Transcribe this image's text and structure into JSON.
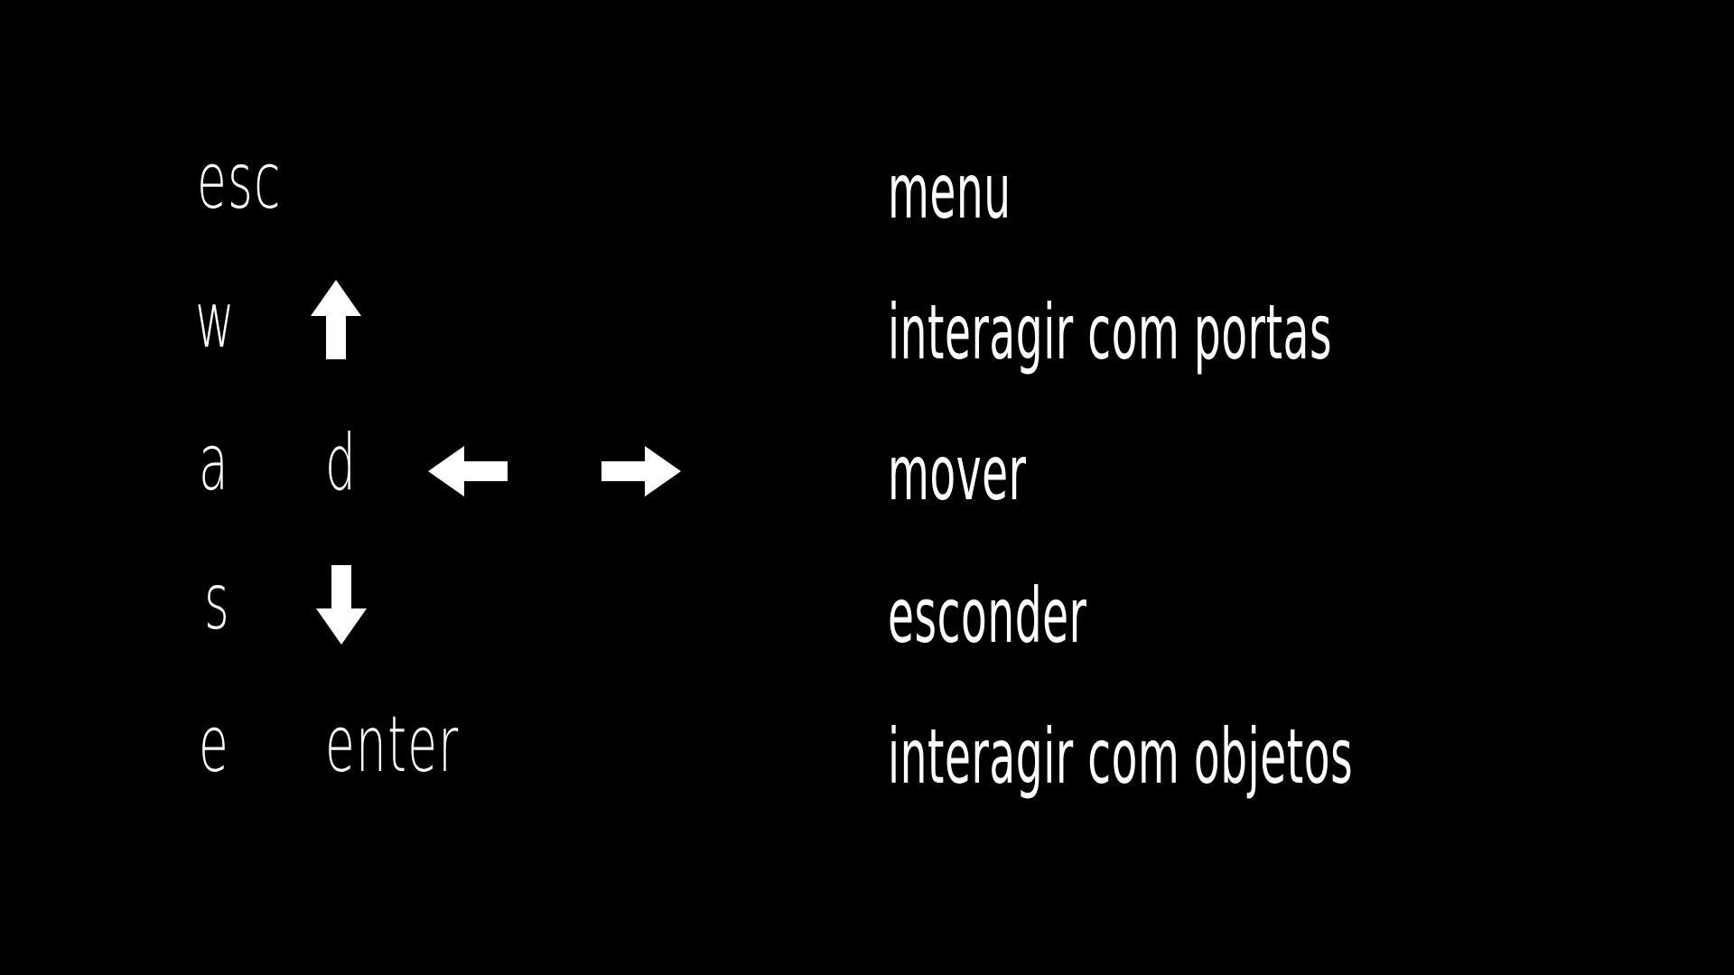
{
  "background_color": "#000000",
  "text_color": "#ffffff",
  "controls": [
    {
      "keys": [
        "esc"
      ],
      "arrows": [],
      "action": "menu"
    },
    {
      "keys": [
        "w"
      ],
      "arrows": [
        "arrow-up-icon"
      ],
      "action": "interagir com portas"
    },
    {
      "keys": [
        "a",
        "d"
      ],
      "arrows": [
        "arrow-left-icon",
        "arrow-right-icon"
      ],
      "action": "mover"
    },
    {
      "keys": [
        "s"
      ],
      "arrows": [
        "arrow-down-icon"
      ],
      "action": "esconder"
    },
    {
      "keys": [
        "e",
        "enter"
      ],
      "arrows": [],
      "action": "interagir com objetos"
    }
  ]
}
